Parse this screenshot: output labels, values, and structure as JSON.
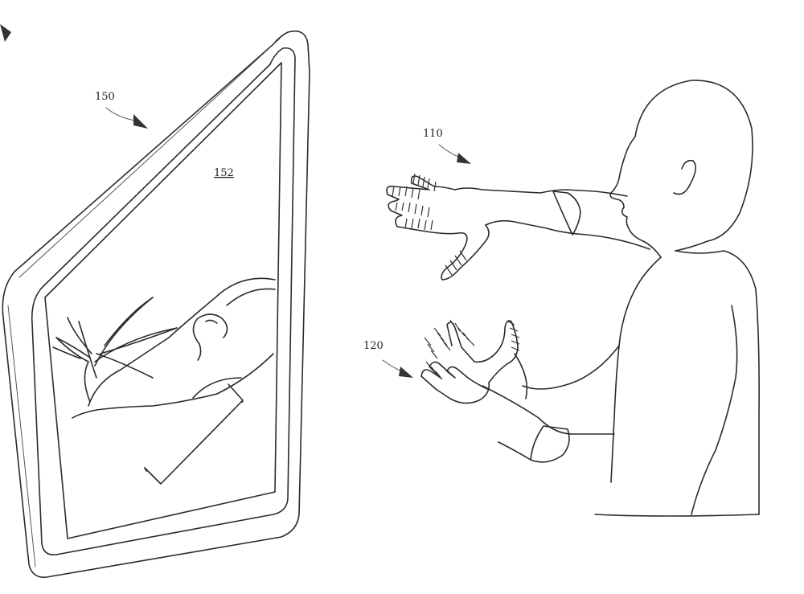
{
  "labels": {
    "display_device": "150",
    "display_screen": "152",
    "first_hand": "110",
    "second_hand": "120"
  },
  "colors": {
    "line": "#2b2b2b",
    "background": "#ffffff"
  }
}
